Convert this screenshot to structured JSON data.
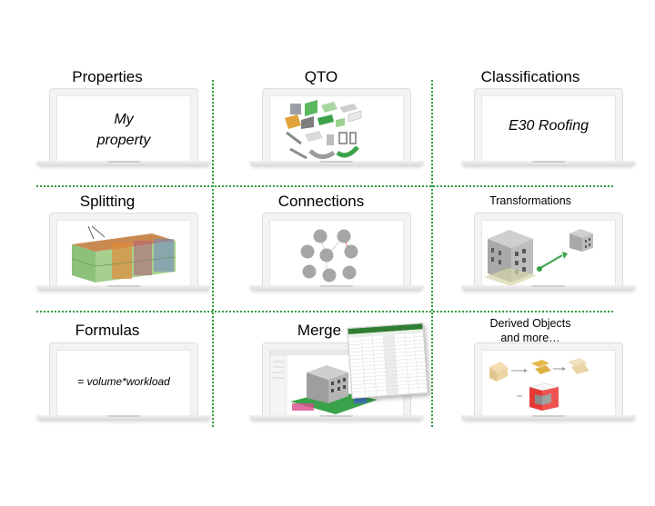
{
  "cells": [
    {
      "title": "Properties",
      "content": "My\nproperty"
    },
    {
      "title": "QTO"
    },
    {
      "title": "Classifications",
      "content": "E30 Roofing"
    },
    {
      "title": "Splitting"
    },
    {
      "title": "Connections"
    },
    {
      "title": "Transformations"
    },
    {
      "title": "Formulas",
      "content": "= volume*workload"
    },
    {
      "title": "Merge"
    },
    {
      "title": "Derived Objects\nand more…"
    }
  ],
  "colors": {
    "divider": "#2e9b3a",
    "accent_green": "#3aa24a",
    "accent_red": "#e53935"
  }
}
